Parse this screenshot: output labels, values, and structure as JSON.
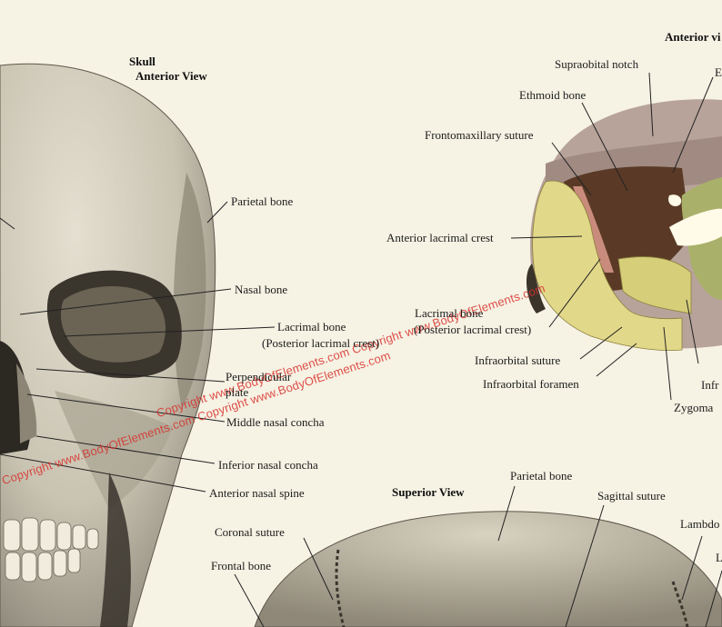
{
  "headings": {
    "skull": "Skull",
    "anterior_view": "Anterior View",
    "anterior_view_right": "Anterior vi",
    "superior_view": "Superior View"
  },
  "labels": {
    "parietal_bone": "Parietal bone",
    "nasal_bone": "Nasal bone",
    "lacrimal_bone": "Lacrimal bone",
    "posterior_lacrimal_crest": "(Posterior lacrimal crest)",
    "perpendicular": "Perpendicular",
    "plate": "plate",
    "middle_nasal_concha": "Middle nasal concha",
    "inferior_nasal_concha": "Inferior nasal concha",
    "anterior_nasal_spine": "Anterior nasal spine",
    "supraobital_notch": "Supraobital notch",
    "ethmoid_bone": "Ethmoid bone",
    "e_truncated": "E",
    "frontomaxillary_suture": "Frontomaxillary suture",
    "anterior_lacrimal_crest": "Anterior lacrimal crest",
    "lacrimal_bone_2": "Lacrimal bone",
    "posterior_lacrimal_crest_2": "(Posterior lacrimal crest)",
    "infraorbital_suture": "Infraorbital suture",
    "infraorbital_foramen": "Infraorbital foramen",
    "infr_truncated": "Infr",
    "zygoma_truncated": "Zygoma",
    "parietal_bone_2": "Parietal bone",
    "sagittal_suture": "Sagittal suture",
    "lambda_truncated": "Lambdo",
    "l_truncated": "L",
    "coronal_suture": "Coronal suture",
    "frontal_bone": "Frontal bone"
  },
  "watermark": {
    "text_1": "Copyright www.BodyOfElements.com Copyright www.BodyOfElements.com",
    "text_2": "Copyright www.BodyOfElements.com Copyright www.BodyOfElements.com",
    "color": "#d9312b"
  },
  "colors": {
    "background": "#f6f2e4",
    "bone": "#d9d4c4",
    "frontal": "#b9a39a",
    "maxilla": "#e2d88a",
    "zygomatic": "#a9b06a",
    "lacrimal": "#c98c7c"
  }
}
